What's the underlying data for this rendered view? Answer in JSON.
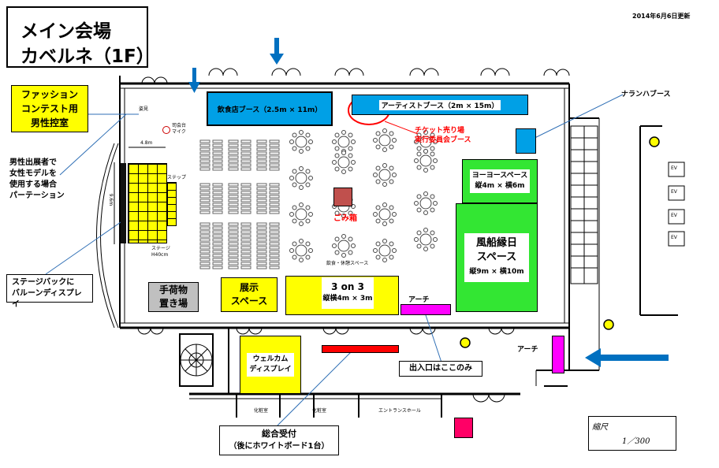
{
  "header": {
    "title_line1": "メイン会場",
    "title_line2": "カベルネ（1F）",
    "updated": "2014年6月6日更新"
  },
  "booths": {
    "food": "飲食店ブース（2.5m × 11m）",
    "artist": "アーティストブース（2m × 15m）",
    "ticket_line1": "チケット売り場",
    "ticket_line2": "実行委員会ブース",
    "naranha": "ナランハブース",
    "yoyo_line1": "ヨーヨースペース",
    "yoyo_line2": "縦4m × 横6m",
    "balloon_line1": "風船縁日",
    "balloon_line2": "スペース",
    "balloon_line3": "縦9m × 横10m",
    "trash": "ごみ箱",
    "dining": "飲食・休憩スペース",
    "three_line1": "3 on 3",
    "three_line2": "縦横4m × 3m",
    "exhibit_line1": "展示",
    "exhibit_line2": "スペース",
    "baggage_line1": "手荷物",
    "baggage_line2": "置き場",
    "welcome_line1": "ウェルカム",
    "welcome_line2": "ディスプレイ",
    "arch1": "アーチ",
    "arch2": "アーチ"
  },
  "stage": {
    "step": "ステップ",
    "stage_label": "ステージ",
    "stage_size": "H40cm",
    "width": "4.8m",
    "height": "9.6m",
    "mc_line1": "司会台",
    "mc_line2": "マイク"
  },
  "rooms": {
    "restroom1": "化粧室",
    "restroom2": "化粧室",
    "entrance_hall": "エントランスホール",
    "ev": "EV",
    "small_mirror": "姿見"
  },
  "callouts": {
    "fashion_line1": "ファッション",
    "fashion_line2": "コンテスト用",
    "fashion_line3": "男性控室",
    "partition_line1": "男性出展者で",
    "partition_line2": "女性モデルを",
    "partition_line3": "使用する場合",
    "partition_line4": "パーテーション",
    "backdrop_line1": "ステージバックに",
    "backdrop_line2": "バルーンディスプレイ",
    "entrance_only": "出入口はここのみ",
    "reception_line1": "総合受付",
    "reception_line2": "（後にホワイトボード1台）"
  },
  "scale": {
    "label": "縮尺",
    "value": "1／300"
  },
  "colors": {
    "booth_blue": "#00a0e6",
    "yellow": "#ffff00",
    "green": "#33e633",
    "magenta": "#ff00ff",
    "red": "#ff0000",
    "arrow_blue": "#0070c0",
    "trash_brown": "#c0504d",
    "baggage_gray": "#c0c0c0"
  }
}
